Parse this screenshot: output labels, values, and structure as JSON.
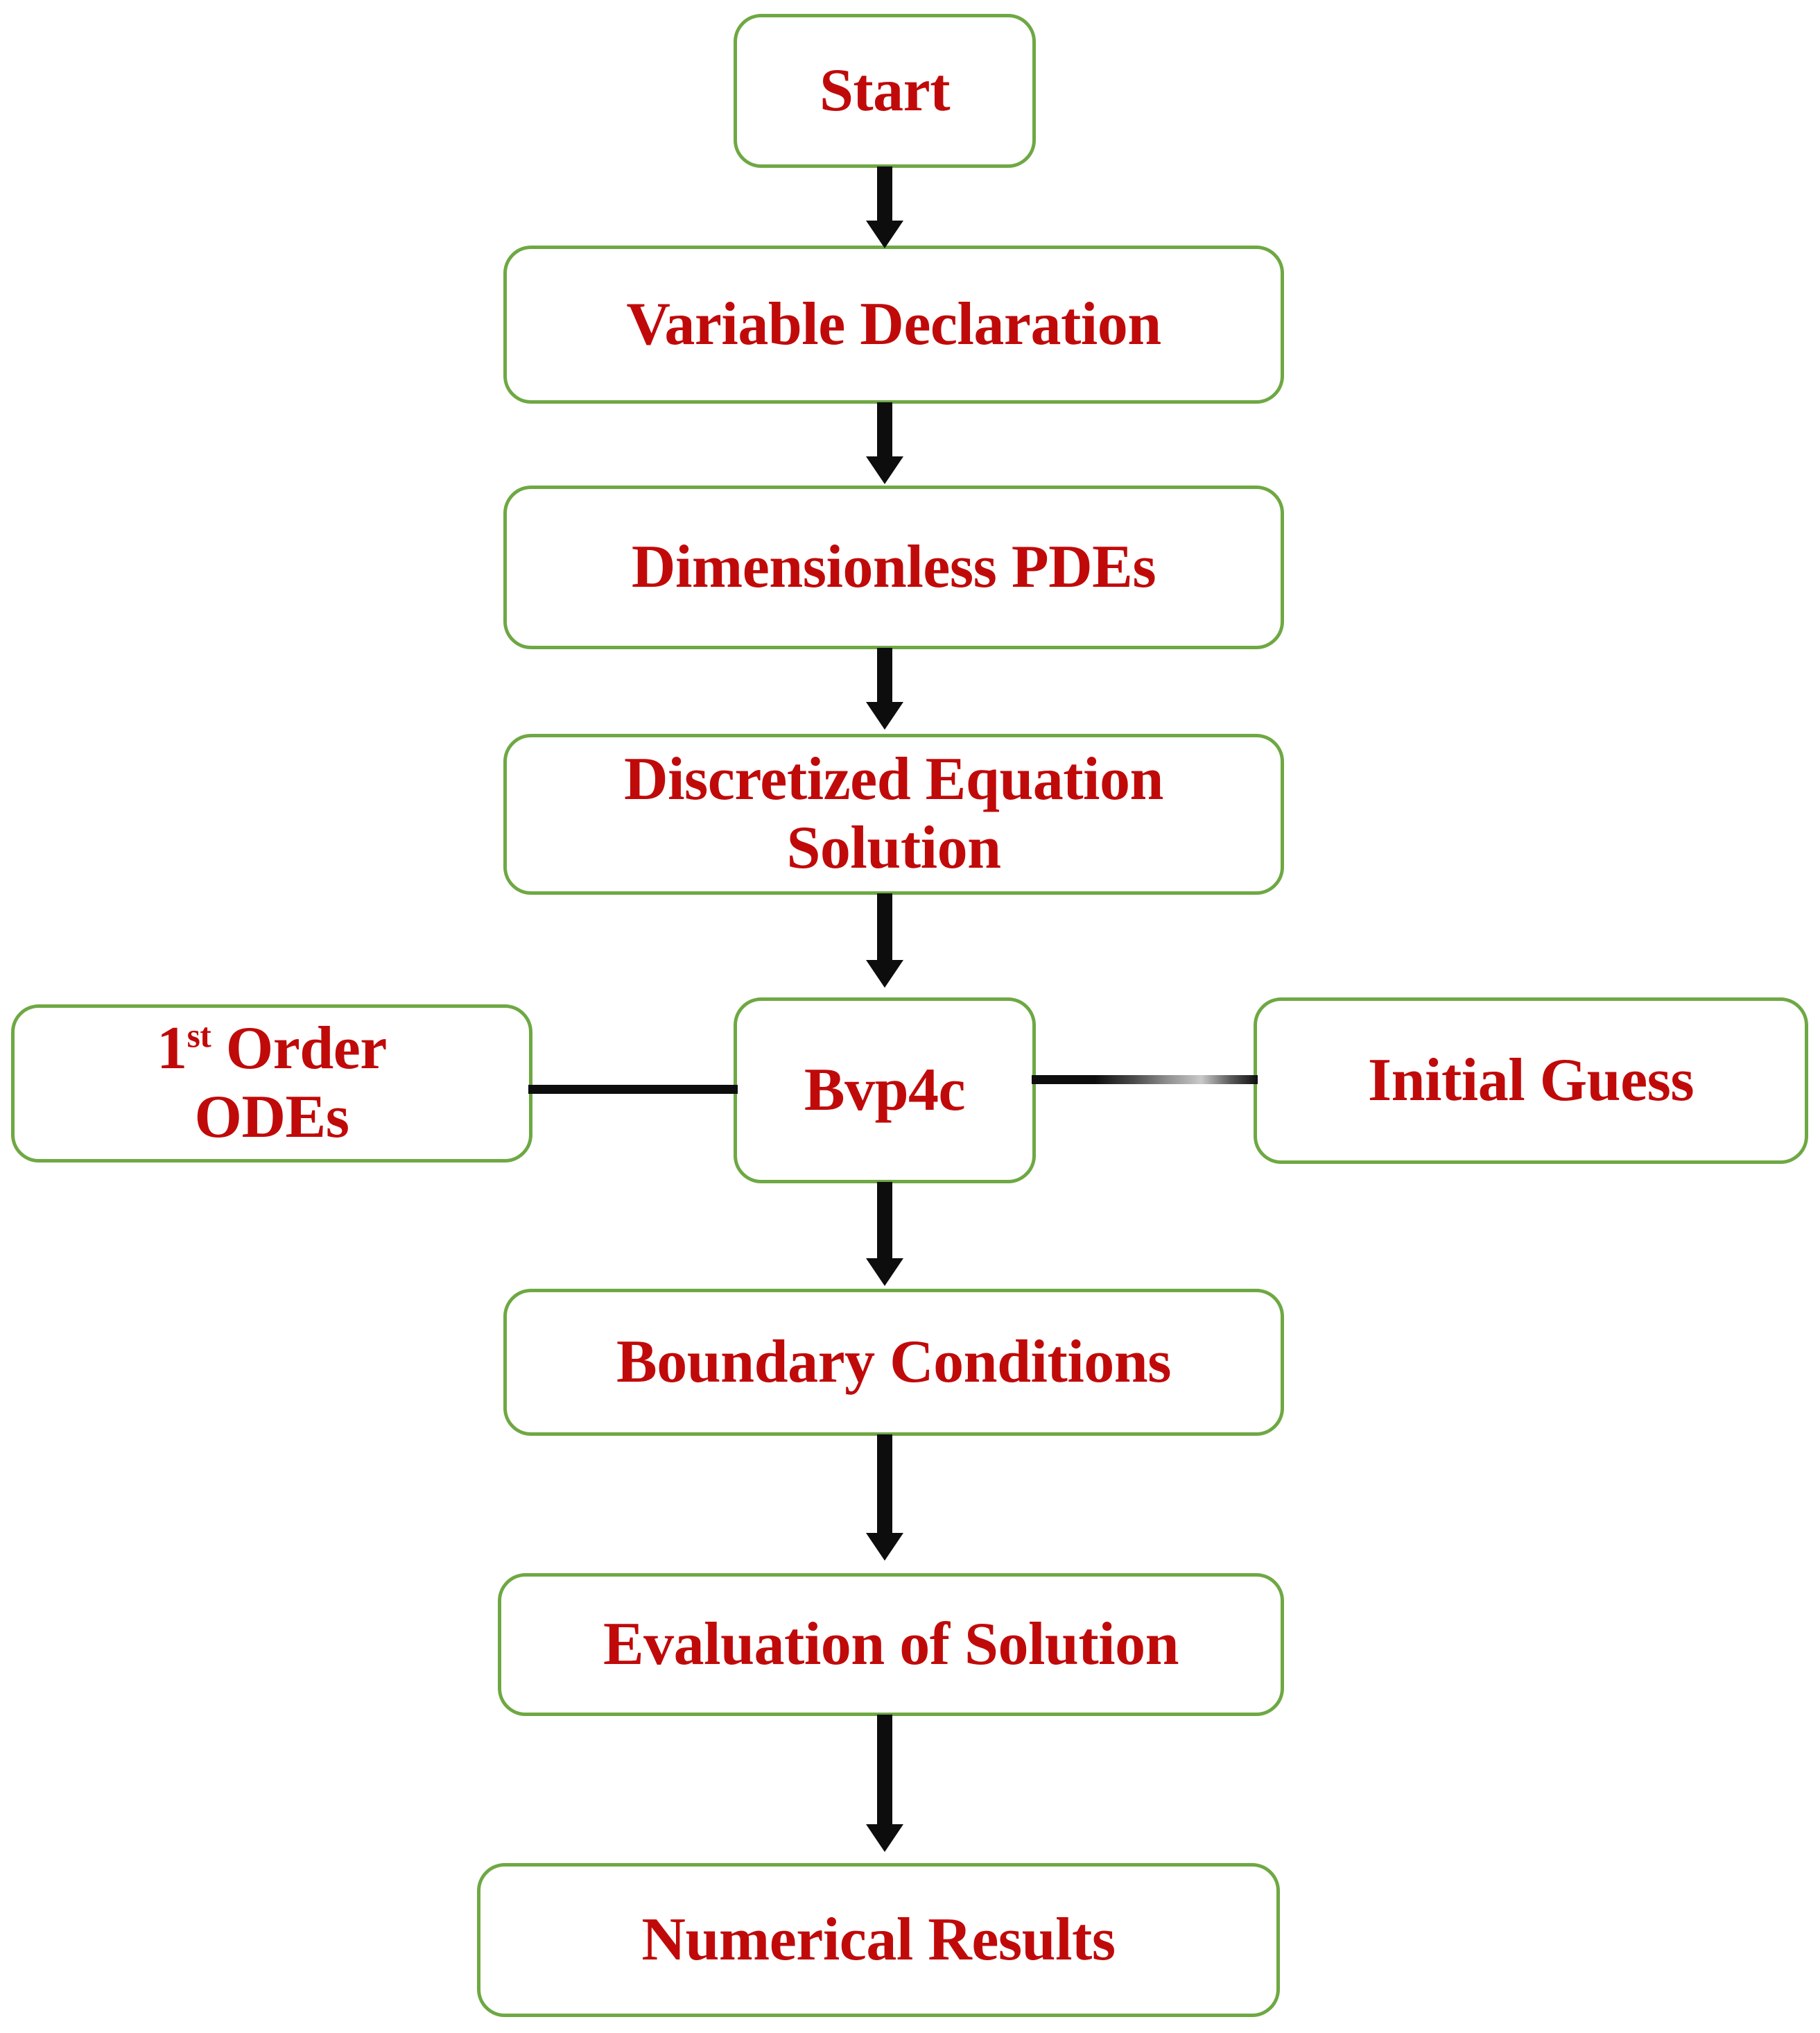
{
  "diagram": {
    "title": "Numerical solution procedure flowchart",
    "colors": {
      "node_border": "#6EA843",
      "node_text": "#C00A0A",
      "connector": "#0D0D0D",
      "background": "#FFFFFF"
    },
    "nodes": [
      {
        "id": "start",
        "label": "Start"
      },
      {
        "id": "variable",
        "label": "Variable Declaration"
      },
      {
        "id": "pdes",
        "label": "Dimensionless PDEs"
      },
      {
        "id": "discretized",
        "line1": "Discretized Equation",
        "line2": "Solution"
      },
      {
        "id": "odes",
        "line1_pre": "1",
        "line1_sup": "st",
        "line1_post": " Order",
        "line2": "ODEs"
      },
      {
        "id": "bvp4c",
        "label": "Bvp4c"
      },
      {
        "id": "guess",
        "label": "Initial Guess"
      },
      {
        "id": "boundary",
        "label": "Boundary  Conditions"
      },
      {
        "id": "evaluation",
        "label": "Evaluation of Solution"
      },
      {
        "id": "results",
        "label": "Numerical Results"
      }
    ],
    "connectors": [
      {
        "id": "start-to-variable",
        "type": "arrow-down"
      },
      {
        "id": "variable-to-pdes",
        "type": "arrow-down"
      },
      {
        "id": "pdes-to-discretized",
        "type": "arrow-down"
      },
      {
        "id": "discretized-to-bvp4c",
        "type": "arrow-down"
      },
      {
        "id": "bvp4c-to-boundary",
        "type": "arrow-down"
      },
      {
        "id": "boundary-to-evaluation",
        "type": "arrow-down"
      },
      {
        "id": "evaluation-to-results",
        "type": "arrow-down"
      },
      {
        "id": "odes-to-bvp4c",
        "type": "line-horizontal"
      },
      {
        "id": "bvp4c-to-guess",
        "type": "line-horizontal"
      }
    ]
  }
}
